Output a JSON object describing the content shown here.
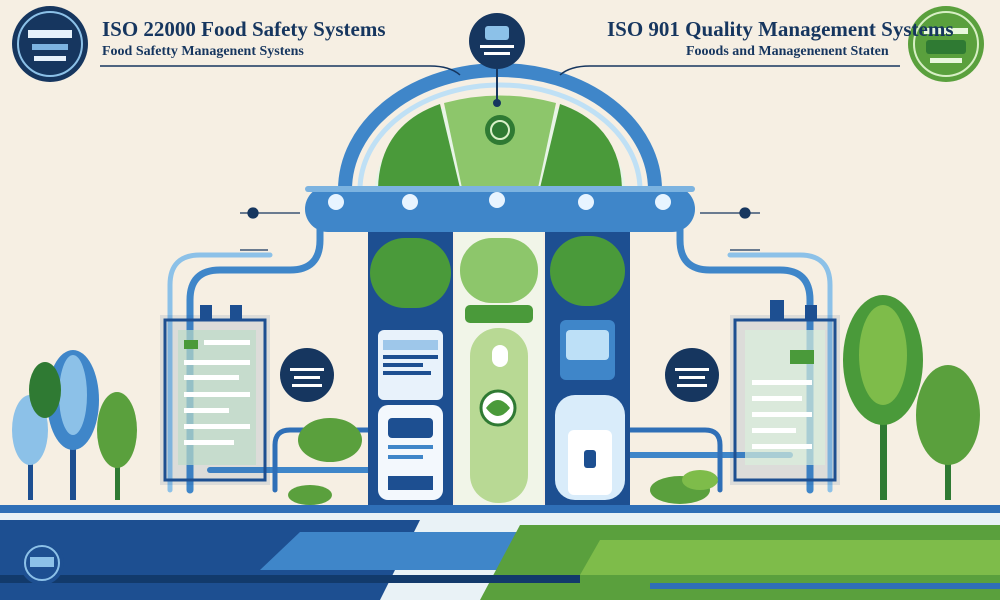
{
  "header": {
    "left_title": "ISO 22000 Food Safety Systems",
    "left_subtitle": "Food Safetty Managenent Systens",
    "right_title": "ISO 901 Quality Management Systems",
    "right_subtitle": "Fooods and Managenenent Staten"
  },
  "colors": {
    "background": "#f6efe3",
    "navy": "#16365f",
    "blue": "#3f86c9",
    "light_blue": "#8cc1e8",
    "green": "#4a9a3a",
    "light_green": "#a9d27a"
  }
}
